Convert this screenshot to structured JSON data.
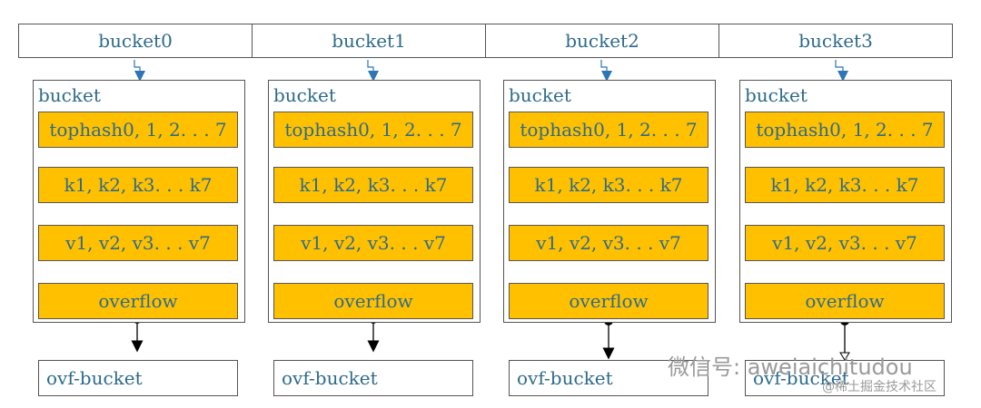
{
  "header": {
    "cells": [
      "bucket0",
      "bucket1",
      "bucket2",
      "bucket3"
    ]
  },
  "buckets": [
    {
      "title": "bucket",
      "fields": [
        "tophash0, 1, 2. . . 7",
        "k1, k2, k3. . . k7",
        "v1, v2, v3. . . v7",
        "overflow"
      ],
      "ovf": "ovf-bucket"
    },
    {
      "title": "bucket",
      "fields": [
        "tophash0, 1, 2. . . 7",
        "k1, k2, k3. . . k7",
        "v1, v2, v3. . . v7",
        "overflow"
      ],
      "ovf": "ovf-bucket"
    },
    {
      "title": "bucket",
      "fields": [
        "tophash0, 1, 2. . . 7",
        "k1, k2, k3. . . k7",
        "v1, v2, v3. . . v7",
        "overflow"
      ],
      "ovf": "ovf-bucket"
    },
    {
      "title": "bucket",
      "fields": [
        "tophash0, 1, 2. . . 7",
        "k1, k2, k3. . . k7",
        "v1, v2, v3. . . v7",
        "overflow"
      ],
      "ovf": "ovf-bucket"
    }
  ],
  "watermark": {
    "line1": "微信号: aweiaichitudou",
    "line2": "@稀土掘金技术社区"
  },
  "colors": {
    "field_fill": "#ffc000",
    "text": "#2e6b8a",
    "header_arrow": "#2e75b6"
  }
}
